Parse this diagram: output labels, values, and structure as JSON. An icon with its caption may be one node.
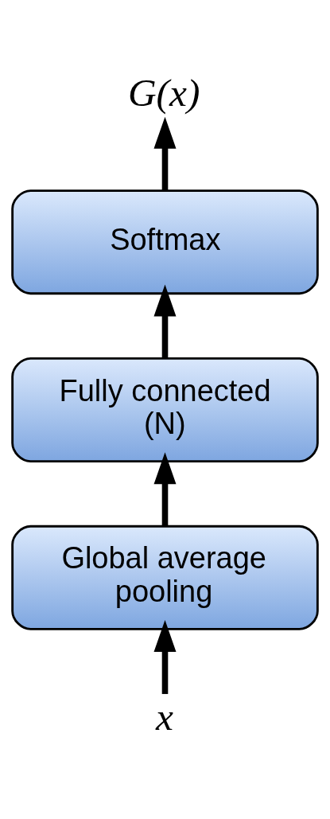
{
  "diagram": {
    "nodes": [
      {
        "text": [
          "G(x)"
        ]
      },
      {
        "text": [
          "Softmax"
        ]
      },
      {
        "text": [
          "Fully connected (N)"
        ]
      },
      {
        "text": [
          "Global average pooling"
        ]
      },
      {
        "text": [
          "x"
        ]
      }
    ],
    "edges": [
      {
        "from": 4,
        "to": 3,
        "arrow": "to"
      },
      {
        "from": 3,
        "to": 2,
        "arrow": "to"
      },
      {
        "from": 2,
        "to": 1,
        "arrow": "to"
      },
      {
        "from": 1,
        "to": 0,
        "arrow": "to"
      }
    ]
  }
}
